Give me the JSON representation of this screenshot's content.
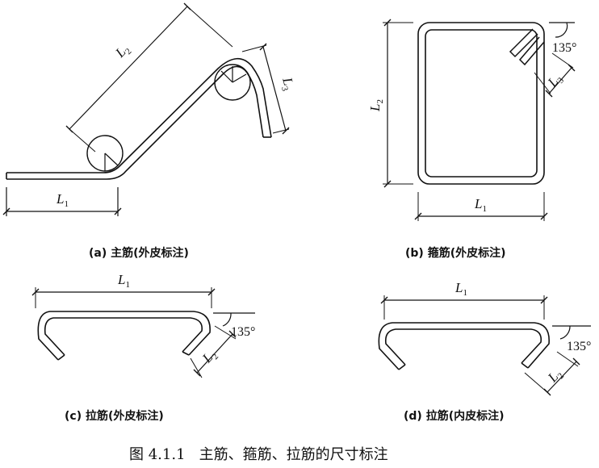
{
  "panels": {
    "a": {
      "label": "(a) 主筋(外皮标注)",
      "L1": {
        "letter": "L",
        "sub": "1"
      },
      "L2": {
        "letter": "L",
        "sub": "2"
      },
      "L3": {
        "letter": "L",
        "sub": "3"
      }
    },
    "b": {
      "label": "(b) 箍筋(外皮标注)",
      "L1": {
        "letter": "L",
        "sub": "1"
      },
      "L2": {
        "letter": "L",
        "sub": "2"
      },
      "L3": {
        "letter": "L",
        "sub": "3"
      },
      "angle": "135°"
    },
    "c": {
      "label": "(c) 拉筋(外皮标注)",
      "L1": {
        "letter": "L",
        "sub": "1"
      },
      "L2": {
        "letter": "L",
        "sub": "2"
      },
      "angle": "135°"
    },
    "d": {
      "label": "(d) 拉筋(内皮标注)",
      "L1": {
        "letter": "L",
        "sub": "1"
      },
      "L2": {
        "letter": "L",
        "sub": "2"
      },
      "angle": "135°"
    }
  },
  "caption": "图 4.1.1   主筋、箍筋、拉筋的尺寸标注"
}
